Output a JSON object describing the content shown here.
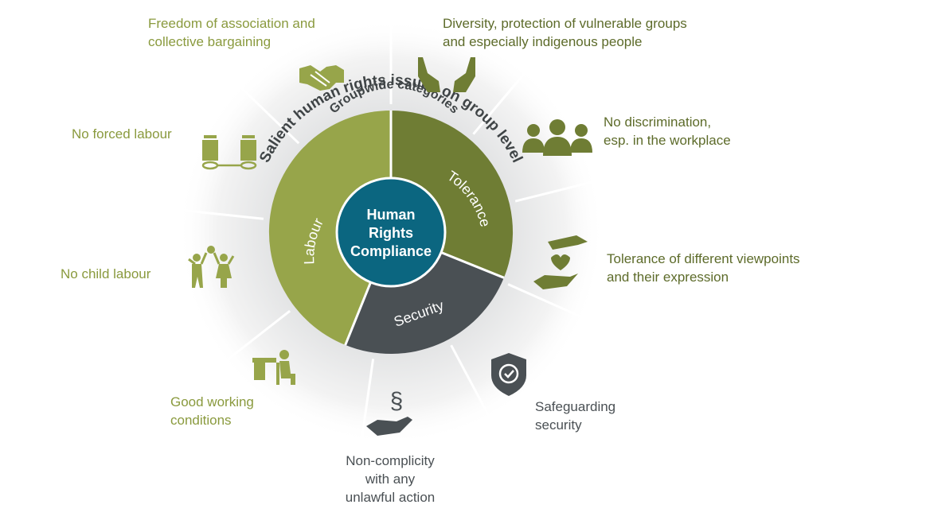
{
  "diagram": {
    "center": {
      "lines": [
        "Human",
        "Rights",
        "Compliance"
      ]
    },
    "ring_title": "Salient human rights issues on group level",
    "inner_title": "Groupwide categories",
    "categories": {
      "labour": "Labour",
      "tolerance": "Tolerance",
      "security": "Security"
    },
    "colors": {
      "labour": "#97a54a",
      "tolerance": "#6f7d34",
      "security": "#4a5054",
      "center": "#0b6680",
      "labour_text": "#8a9a3e",
      "tolerance_text": "#5d6b2a",
      "security_text": "#4a5054"
    },
    "issues": [
      {
        "id": "association",
        "category": "labour",
        "icon": "handshake-icon",
        "lines": [
          "Freedom of association and",
          "collective bargaining"
        ]
      },
      {
        "id": "diversity",
        "category": "tolerance",
        "icon": "open-hands-icon",
        "lines": [
          "Diversity, protection of vulnerable groups",
          "and especially indigenous people"
        ]
      },
      {
        "id": "discrimination",
        "category": "tolerance",
        "icon": "people-group-icon",
        "lines": [
          "No discrimination,",
          "esp. in the workplace"
        ]
      },
      {
        "id": "viewpoints",
        "category": "tolerance",
        "icon": "heart-hands-icon",
        "lines": [
          "Tolerance of different viewpoints",
          "and their expression"
        ]
      },
      {
        "id": "security",
        "category": "security",
        "icon": "shield-check-icon",
        "lines": [
          "Safeguarding",
          "security"
        ]
      },
      {
        "id": "complicity",
        "category": "security",
        "icon": "paragraph-hand-icon",
        "lines": [
          "Non-complicity",
          "with any",
          "unlawful action"
        ]
      },
      {
        "id": "working_conditions",
        "category": "labour",
        "icon": "desk-worker-icon",
        "lines": [
          "Good working",
          "conditions"
        ]
      },
      {
        "id": "child_labour",
        "category": "labour",
        "icon": "children-icon",
        "lines": [
          "No child labour"
        ]
      },
      {
        "id": "forced_labour",
        "category": "labour",
        "icon": "chained-fists-icon",
        "lines": [
          "No forced labour"
        ]
      }
    ]
  }
}
